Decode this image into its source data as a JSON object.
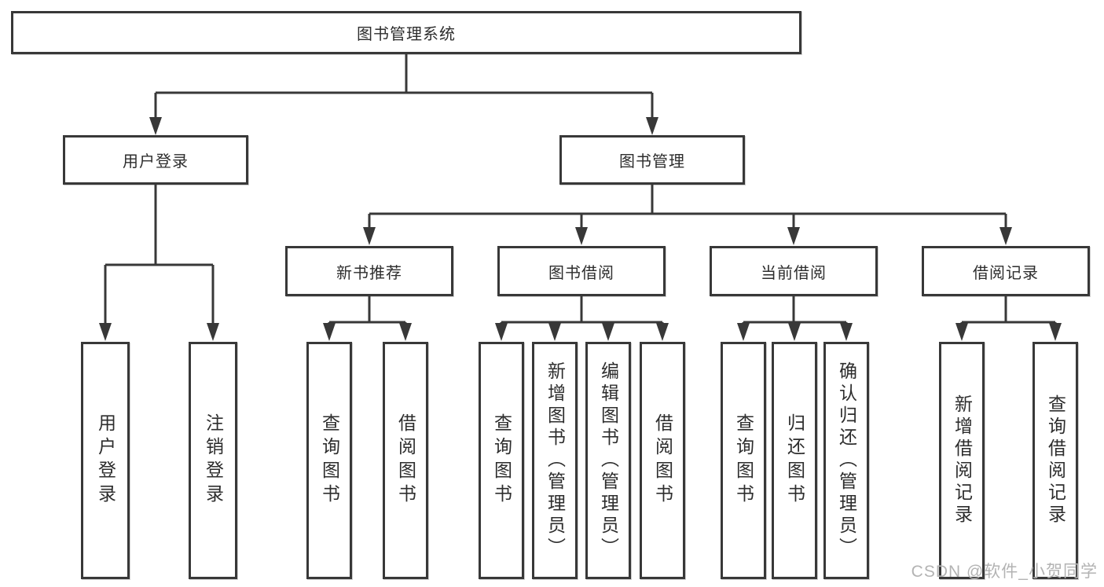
{
  "diagram_type": "functional-structure-tree",
  "colors": {
    "line": "#383838",
    "box_border": "#383838",
    "box_fill": "#ffffff",
    "text": "#2d2d2d",
    "watermark": "#b3b3b3"
  },
  "watermark": "CSDN @软件_小贺同学",
  "tree": {
    "label": "图书管理系统",
    "children": [
      {
        "label": "用户登录",
        "children": [
          {
            "label": "用户登录"
          },
          {
            "label": "注销登录"
          }
        ]
      },
      {
        "label": "图书管理",
        "children": [
          {
            "label": "新书推荐",
            "children": [
              {
                "label": "查询图书"
              },
              {
                "label": "借阅图书"
              }
            ]
          },
          {
            "label": "图书借阅",
            "children": [
              {
                "label": "查询图书"
              },
              {
                "label": "新增图书（管理员）"
              },
              {
                "label": "编辑图书（管理员）"
              },
              {
                "label": "借阅图书"
              }
            ]
          },
          {
            "label": "当前借阅",
            "children": [
              {
                "label": "查询图书"
              },
              {
                "label": "归还图书"
              },
              {
                "label": "确认归还（管理员）"
              }
            ]
          },
          {
            "label": "借阅记录",
            "children": [
              {
                "label": "新增借阅记录"
              },
              {
                "label": "查询借阅记录"
              }
            ]
          }
        ]
      }
    ]
  }
}
